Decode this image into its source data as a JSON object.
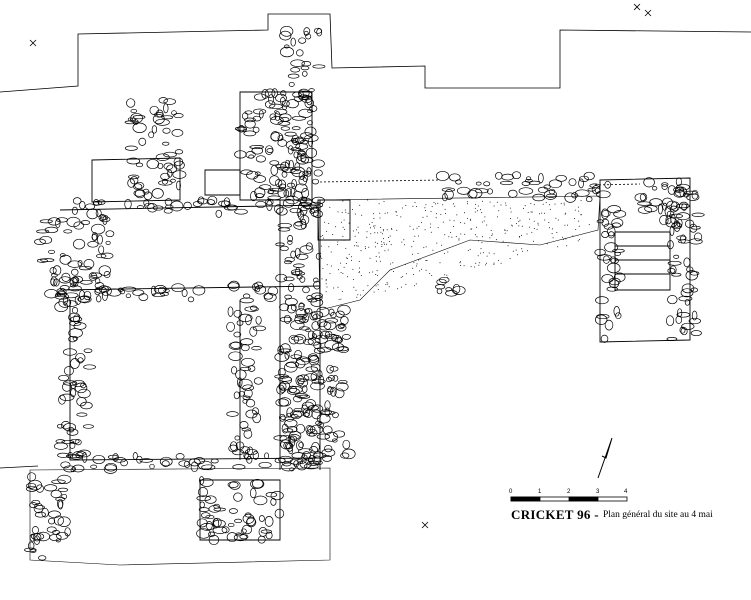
{
  "caption": {
    "title": "CRICKET 96 -",
    "subtitle": "Plan général du site au 4 mai"
  },
  "scale_bar": {
    "labels": [
      "0",
      "1",
      "2",
      "3",
      "4"
    ]
  },
  "icons": {
    "north_arrow": "north-arrow-icon",
    "survey_marker": "cross-marker-icon"
  },
  "colors": {
    "ink": "#000000",
    "paper": "#ffffff"
  }
}
